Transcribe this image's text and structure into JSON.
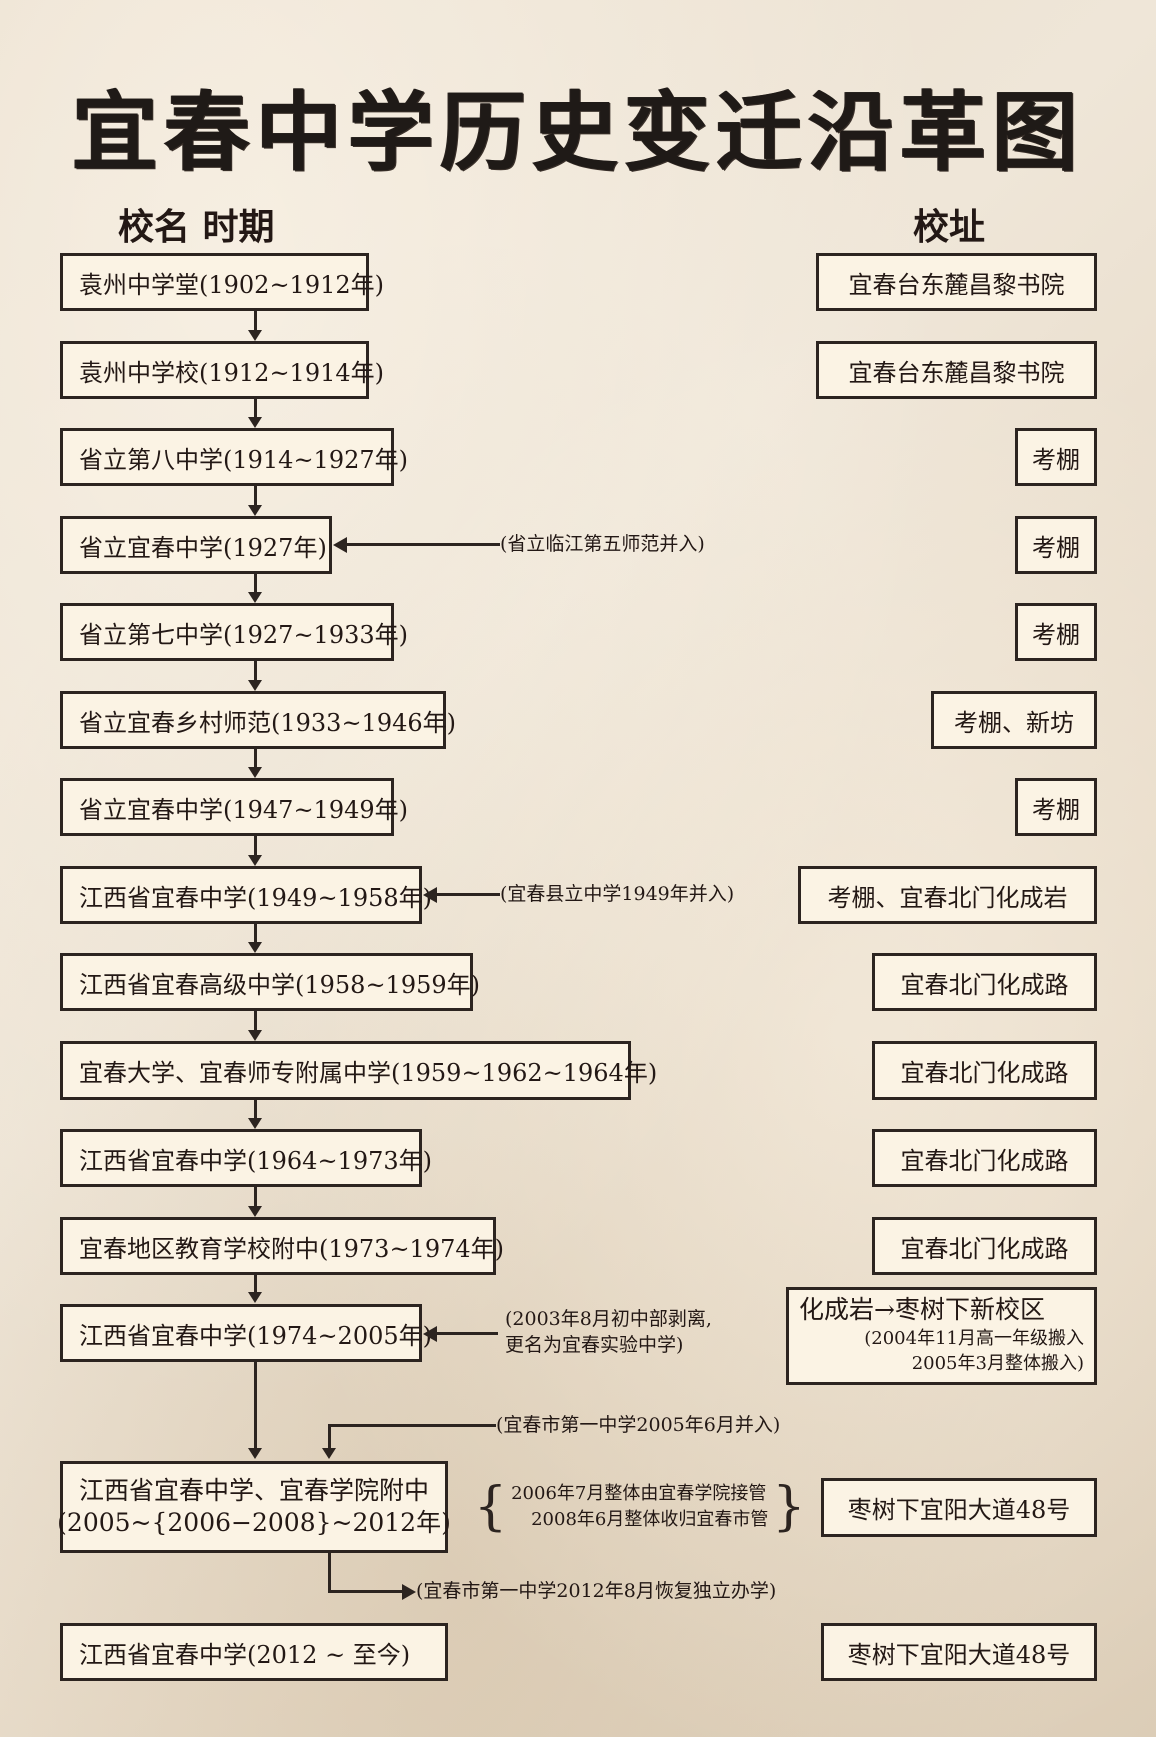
{
  "title": "宜春中学历史变迁沿革图",
  "headers": {
    "name_period": "校名  时期",
    "address": "校址"
  },
  "timeline": [
    {
      "name": "袁州中学堂(1902~1912年)",
      "address": "宜春台东麓昌黎书院"
    },
    {
      "name": "袁州中学校(1912~1914年)",
      "address": "宜春台东麓昌黎书院"
    },
    {
      "name": "省立第八中学(1914~1927年)",
      "address": "考棚"
    },
    {
      "name": "省立宜春中学(1927年)",
      "address": "考棚",
      "merge_note": "(省立临江第五师范并入)"
    },
    {
      "name": "省立第七中学(1927~1933年)",
      "address": "考棚"
    },
    {
      "name": "省立宜春乡村师范(1933~1946年)",
      "address": "考棚、新坊"
    },
    {
      "name": "省立宜春中学(1947~1949年)",
      "address": "考棚"
    },
    {
      "name": "江西省宜春中学(1949~1958年)",
      "address": "考棚、宜春北门化成岩",
      "merge_note": "(宜春县立中学1949年并入)"
    },
    {
      "name": "江西省宜春高级中学(1958~1959年)",
      "address": "宜春北门化成路"
    },
    {
      "name": "宜春大学、宜春师专附属中学(1959~1962~1964年)",
      "address": "宜春北门化成路"
    },
    {
      "name": "江西省宜春中学(1964~1973年)",
      "address": "宜春北门化成路"
    },
    {
      "name": "宜春地区教育学校附中(1973~1974年)",
      "address": "宜春北门化成路"
    },
    {
      "name": "江西省宜春中学(1974~2005年)",
      "address_lines": [
        "化成岩→枣树下新校区",
        "(2004年11月高一年级搬入",
        "2005年3月整体搬入)"
      ],
      "merge_note_lines": [
        "(2003年8月初中部剥离,",
        "更名为宜春实验中学)"
      ]
    },
    {
      "name_lines": [
        "江西省宜春中学、宜春学院附中",
        "(2005~{2006−2008}~2012年)"
      ],
      "address": "枣树下宜阳大道48号",
      "merge_in_note": "(宜春市第一中学2005年6月并入)",
      "brace_lines": [
        "2006年7月整体由宜春学院接管",
        "2008年6月整体收归宜春市管"
      ],
      "split_out_note": "(宜春市第一中学2012年8月恢复独立办学)"
    },
    {
      "name": "江西省宜春中学(2012 ~ 至今)",
      "address": "枣树下宜阳大道48号"
    }
  ]
}
